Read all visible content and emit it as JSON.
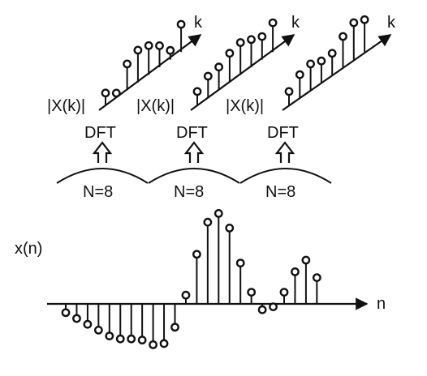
{
  "figure": {
    "spectrum_label": "|X(k)|",
    "spectrum_axis_label": "k",
    "transform_label": "DFT",
    "window_label": "N=8",
    "signal_label": "x(n)",
    "signal_axis_label": "n"
  },
  "chart_data": [
    {
      "type": "stem",
      "title": "",
      "panel": "|X(k)| block 1",
      "x": [
        0,
        1,
        2,
        3,
        4,
        5,
        6,
        7
      ],
      "values": [
        0.4,
        0.15,
        0.85,
        1.05,
        0.95,
        0.7,
        0.3,
        0.9
      ]
    },
    {
      "type": "stem",
      "title": "",
      "panel": "|X(k)| block 2",
      "x": [
        0,
        1,
        2,
        3,
        4,
        5,
        6,
        7
      ],
      "values": [
        0.45,
        0.7,
        0.75,
        0.95,
        1.05,
        0.9,
        0.75,
        0.95
      ]
    },
    {
      "type": "stem",
      "title": "",
      "panel": "|X(k)| block 3",
      "x": [
        0,
        1,
        2,
        3,
        4,
        5,
        6,
        7
      ],
      "values": [
        0.45,
        0.75,
        0.85,
        0.7,
        0.7,
        1.0,
        1.2,
        1.05
      ]
    },
    {
      "type": "stem",
      "title": "",
      "panel": "x(n)",
      "x": [
        0,
        1,
        2,
        3,
        4,
        5,
        6,
        7,
        8,
        9,
        10,
        11,
        12,
        13,
        14,
        15,
        16,
        17,
        18,
        19,
        20,
        21,
        22,
        23
      ],
      "values": [
        -0.15,
        -0.25,
        -0.35,
        -0.45,
        -0.55,
        -0.6,
        -0.6,
        -0.62,
        -0.7,
        -0.68,
        -0.4,
        0.15,
        0.85,
        1.4,
        1.55,
        1.3,
        0.7,
        0.2,
        -0.1,
        -0.05,
        0.2,
        0.55,
        0.75,
        0.45
      ]
    }
  ]
}
